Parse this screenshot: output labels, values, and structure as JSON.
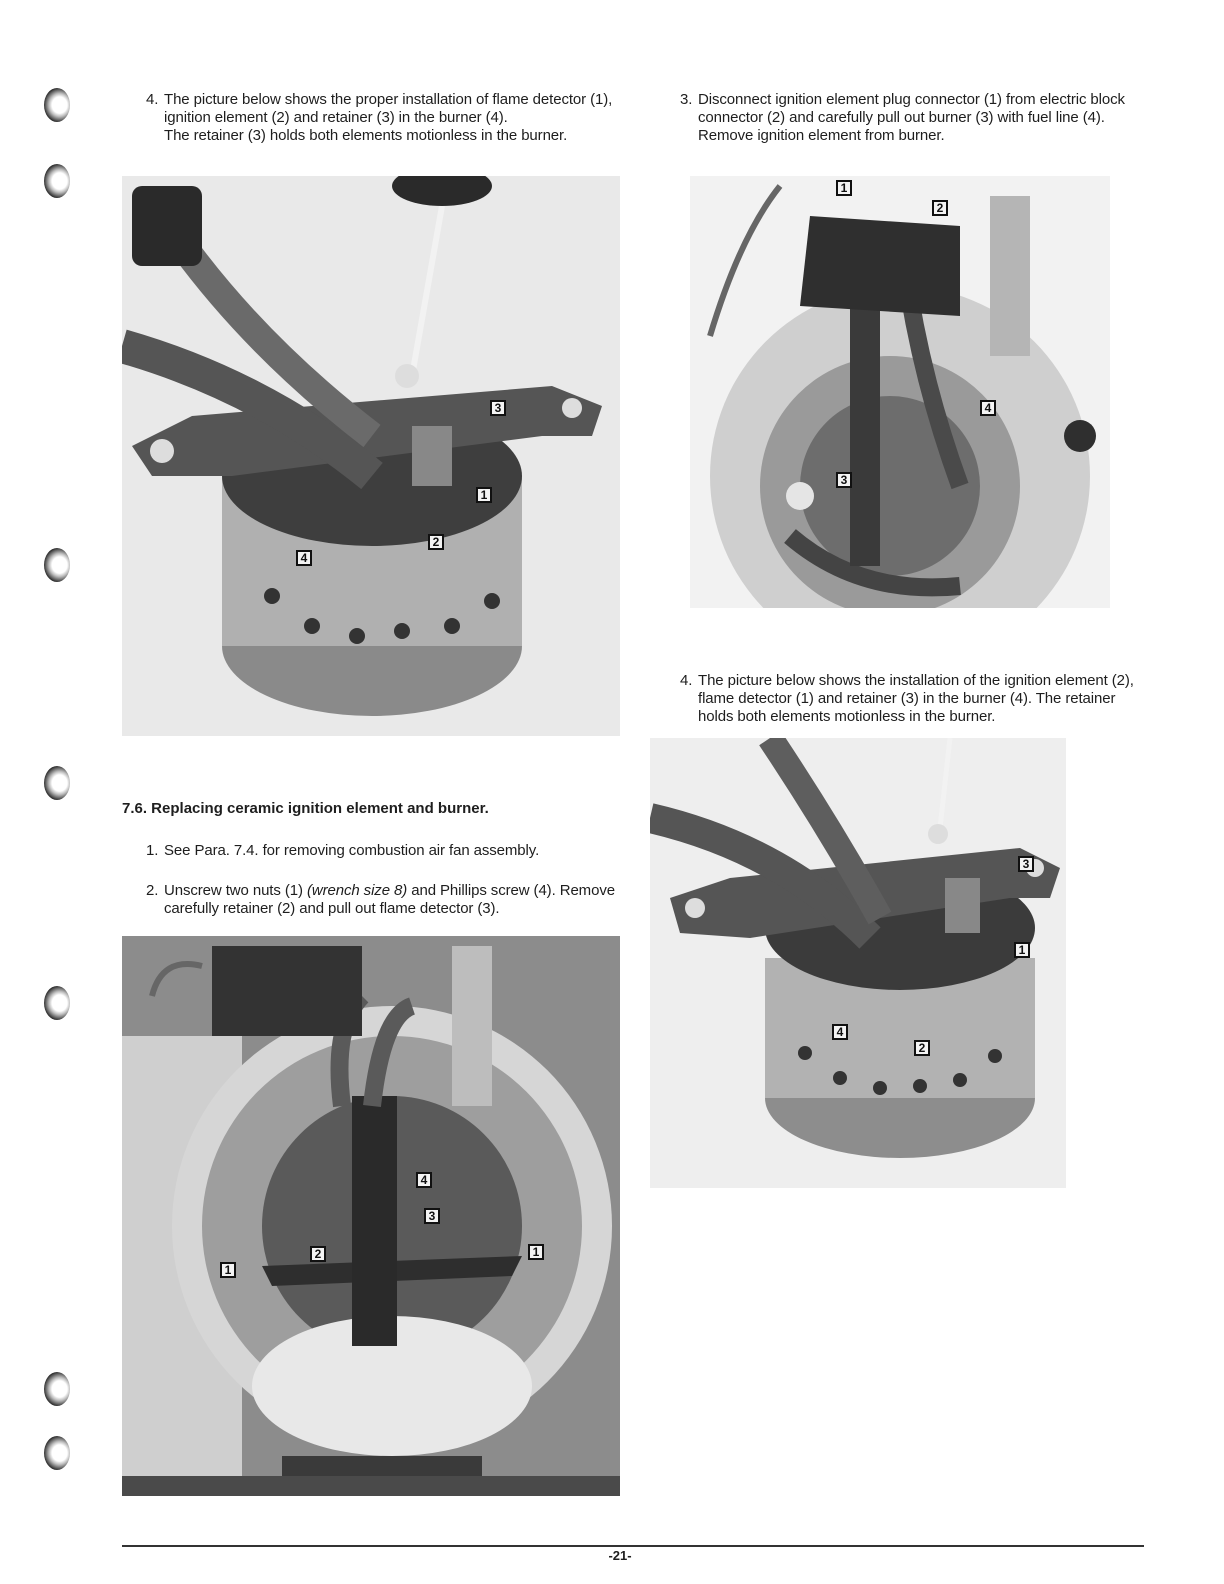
{
  "left_column": {
    "step4": {
      "number": "4.",
      "text": "The picture below shows the proper installation of flame detector (1), ignition element (2) and retainer (3) in the burner (4).",
      "text2": "The retainer (3) holds both elements motionless in the burner."
    },
    "photo_a_callouts": [
      "3",
      "1",
      "2",
      "4"
    ],
    "section": {
      "title": "7.6. Replacing ceramic ignition element and burner."
    },
    "step1": {
      "number": "1.",
      "text": "See Para. 7.4. for removing combustion air fan assembly."
    },
    "step2": {
      "number": "2.",
      "text_a": "Unscrew two nuts (1) ",
      "text_italic": "(wrench size 8)",
      "text_b": " and Phillips screw (4). Remove carefully retainer (2) and pull out flame detector (3)."
    },
    "photo_b_callouts": [
      "4",
      "3",
      "1",
      "2",
      "1"
    ]
  },
  "right_column": {
    "step3": {
      "number": "3.",
      "text": "Disconnect ignition element plug connector (1) from electric block connector (2) and carefully pull out burner (3) with fuel line (4). Remove ignition element from burner."
    },
    "photo_c_callouts": [
      "1",
      "2",
      "4",
      "3"
    ],
    "step4": {
      "number": "4.",
      "text": "The picture below shows the installation of the ignition element (2), flame detector (1) and retainer (3) in the burner (4). The retainer holds both elements motionless in the burner."
    },
    "photo_d_callouts": [
      "3",
      "1",
      "4",
      "2"
    ]
  },
  "footer": {
    "page_number": "-21-"
  }
}
